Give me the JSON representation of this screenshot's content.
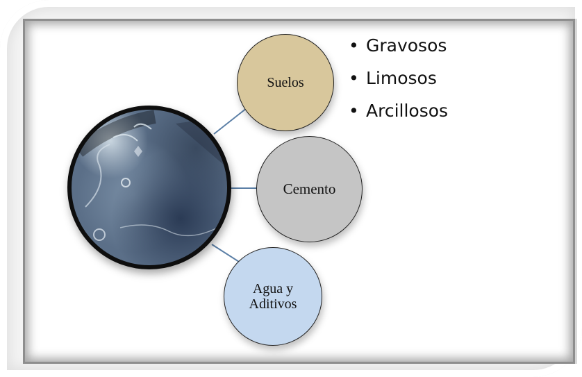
{
  "diagram": {
    "center_image": "concrete-floor-photo",
    "nodes": [
      {
        "id": "suelos",
        "label": "Suelos",
        "color": "#d8c79c"
      },
      {
        "id": "cemento",
        "label": "Cemento",
        "color": "#c5c5c5"
      },
      {
        "id": "agua",
        "label_line1": "Agua y",
        "label_line2": "Aditivos",
        "color": "#c4d8ef"
      }
    ],
    "suelos_types": [
      "Gravosos",
      "Limosos",
      "Arcillosos"
    ],
    "connector_color": "#5b7fa6"
  }
}
